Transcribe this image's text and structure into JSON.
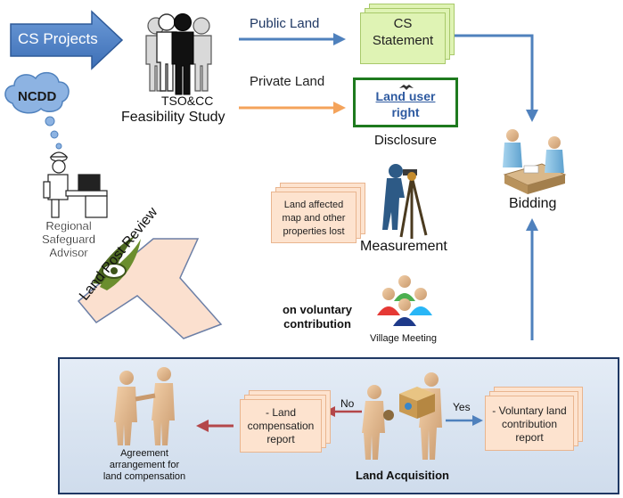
{
  "colors": {
    "arrow_blue": "#4f81bd",
    "arrow_orange": "#f4a35b",
    "arrow_red": "#b4474a",
    "panel_fill": "#dbe5f1",
    "panel_border": "#1f3864",
    "doc_orange": "#fde3cf",
    "doc_green": "#dff3b4",
    "cloud_blue": "#8db3e2",
    "land_user_border": "#1e7a1e"
  },
  "icons": [
    "people-icon",
    "cloud-icon",
    "advisor-icon",
    "eye-logo-icon",
    "surveyor-icon",
    "meeting-people-icon",
    "handshake-icon",
    "person-with-box-icon",
    "bidding-people-icon"
  ],
  "nodes": {
    "cs_projects": "CS Projects",
    "ncdd": "NCDD",
    "tso_cc": "TSO&CC",
    "feasibility": "Feasibility Study",
    "public_land": "Public Land",
    "private_land": "Private Land",
    "cs_statement_line1": "CS",
    "cs_statement_line2": "Statement",
    "land_user_line1": "Land user",
    "land_user_line2": "right",
    "disclosure": "Disclosure",
    "bidding": "Bidding",
    "regional_line1": "Regional",
    "regional_line2": "Safeguard",
    "regional_line3": "Advisor",
    "land_post_review": "Land Post Review",
    "land_affected_line1": "Land affected",
    "land_affected_line2": "map and other",
    "land_affected_line3": "properties lost",
    "measurement": "Measurement",
    "voluntary_line1": "on voluntary",
    "voluntary_line2": "contribution",
    "village_meeting": "Village Meeting"
  },
  "panel": {
    "agreement_line1": "Agreement",
    "agreement_line2": "arrangement for",
    "agreement_line3": "land compensation",
    "comp_line1": "- Land",
    "comp_line2": "compensation",
    "comp_line3": "report",
    "no": "No",
    "yes": "Yes",
    "vol_line1": "- Voluntary land",
    "vol_line2": "contribution",
    "vol_line3": "report",
    "land_acquisition": "Land Acquisition"
  }
}
